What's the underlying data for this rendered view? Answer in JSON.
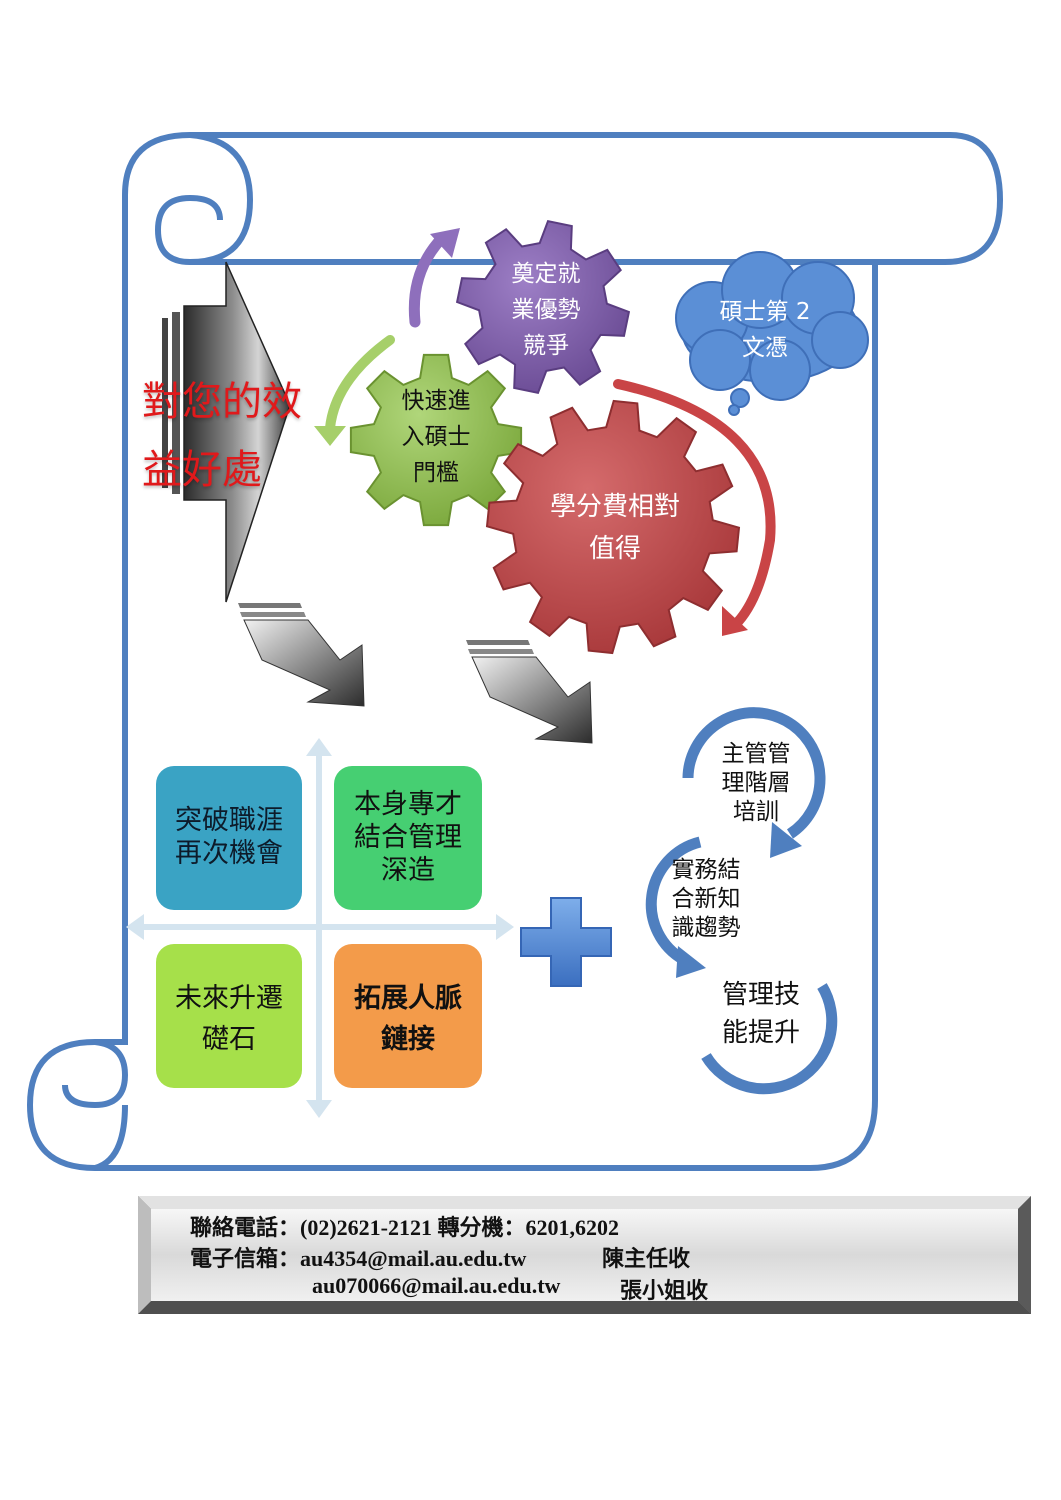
{
  "benefit_title": [
    "對您的效",
    "益好處"
  ],
  "gears": {
    "purple": [
      "奠定就",
      "業優勢",
      "競爭"
    ],
    "green": [
      "快速進",
      "入碩士",
      "門檻"
    ],
    "red": [
      "學分費相對",
      "值得"
    ]
  },
  "cloud": [
    "碩士第 2",
    "文憑"
  ],
  "tiles": {
    "top_left": [
      "突破職涯",
      "再次機會"
    ],
    "top_right": [
      "本身專才",
      "結合管理",
      "深造"
    ],
    "bottom_left": [
      "未來升遷",
      "礎石"
    ],
    "bottom_right": [
      "拓展人脈",
      "鏈接"
    ]
  },
  "cycle": {
    "step1": [
      "主管管",
      "理階層",
      "培訓"
    ],
    "step2": [
      "實務結",
      "合新知",
      "識趨勢"
    ],
    "step3": [
      "管理技",
      "能提升"
    ]
  },
  "contact": {
    "line1": "聯絡電話：(02)2621-2121 轉分機：6201,6202",
    "line2_label": "電子信箱：au4354@mail.au.edu.tw",
    "line2_name": "陳主任收",
    "line3_email": "au070066@mail.au.edu.tw",
    "line3_name": "張小姐收"
  },
  "colors": {
    "scroll": "#4f7fbf",
    "gear_purple": "#7e5ca8",
    "gear_green": "#8dbb4a",
    "gear_red": "#c0494b",
    "cloud": "#5b8fd6",
    "tile_blue": "#3aa3c4",
    "tile_green": "#46cf72",
    "tile_lime": "#a6e04a",
    "tile_orange": "#f39b4a",
    "plus": "#4a7fcf",
    "title_red": "#e0191b"
  }
}
